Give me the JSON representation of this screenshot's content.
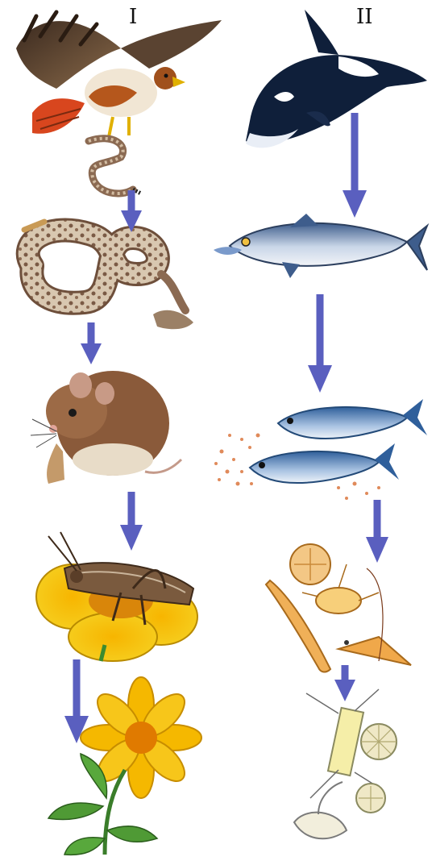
{
  "columns": [
    {
      "label": "I",
      "chain": [
        "hawk",
        "rattlesnake",
        "mouse",
        "grasshopper",
        "flower"
      ]
    },
    {
      "label": "II",
      "chain": [
        "orca",
        "tuna",
        "herring",
        "zooplankton",
        "phytoplankton"
      ]
    }
  ],
  "colors": {
    "arrow": "#5a5fbf"
  }
}
